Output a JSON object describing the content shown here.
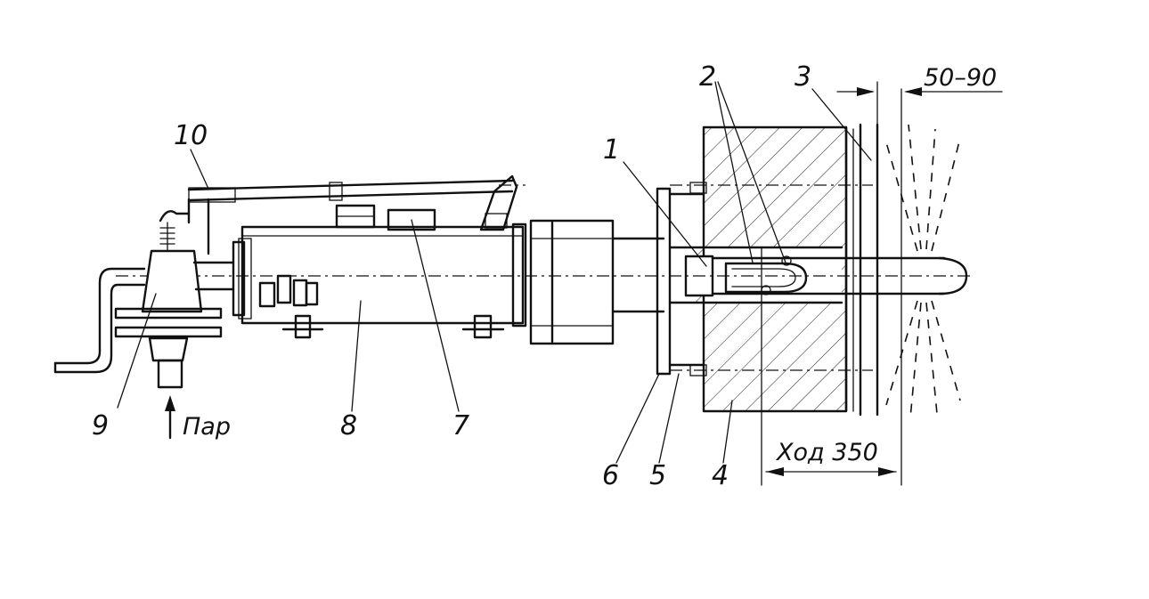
{
  "labels": {
    "n1": "1",
    "n2": "2",
    "n3": "3",
    "n4": "4",
    "n5": "5",
    "n6": "6",
    "n7": "7",
    "n8": "8",
    "n9": "9",
    "n10": "10"
  },
  "annotations": {
    "steam": "Пар",
    "stroke": "Ход 350",
    "gap": "50–90"
  }
}
